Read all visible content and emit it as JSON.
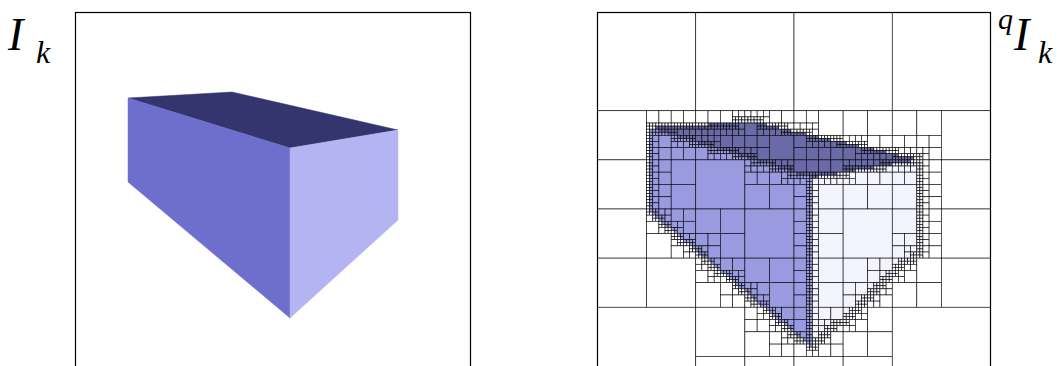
{
  "diagram": {
    "labels": [
      "I",
      "k",
      "q",
      "I",
      "k"
    ]
  }
}
